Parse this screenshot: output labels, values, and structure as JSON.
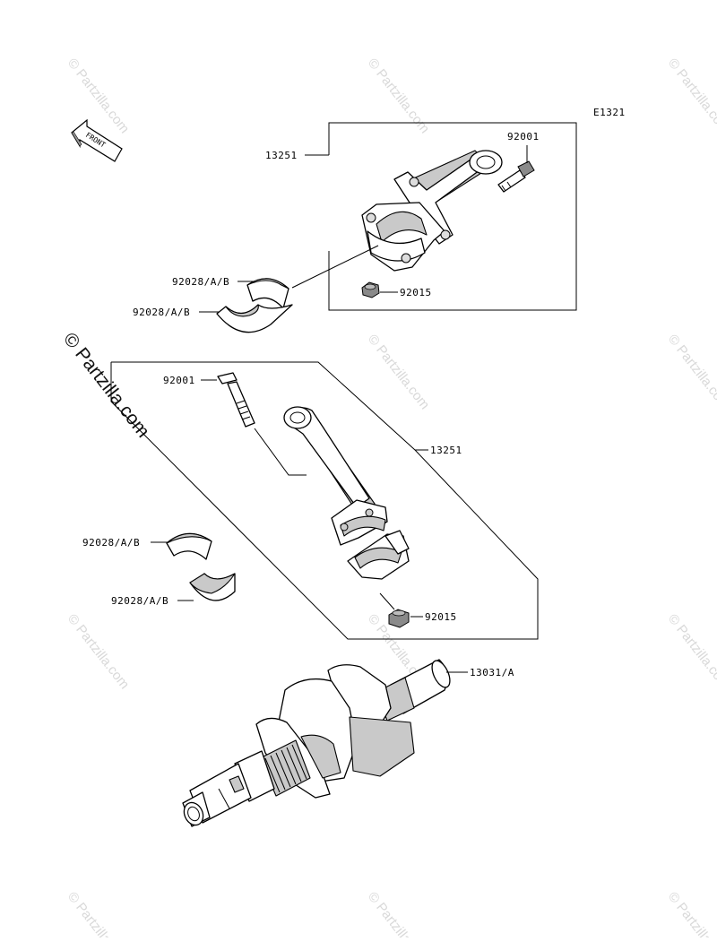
{
  "diagram_id": "E1321",
  "front_label": "FRONT",
  "watermark": "© Partzilla.com",
  "callouts": {
    "rod_assy_1": "13251",
    "bolt_1": "92001",
    "nut_1": "92015",
    "bearing_1a": "92028/A/B",
    "bearing_1b": "92028/A/B",
    "bolt_2": "92001",
    "rod_assy_2": "13251",
    "bearing_2a": "92028/A/B",
    "bearing_2b": "92028/A/B",
    "nut_2": "92015",
    "crankshaft": "13031/A"
  }
}
